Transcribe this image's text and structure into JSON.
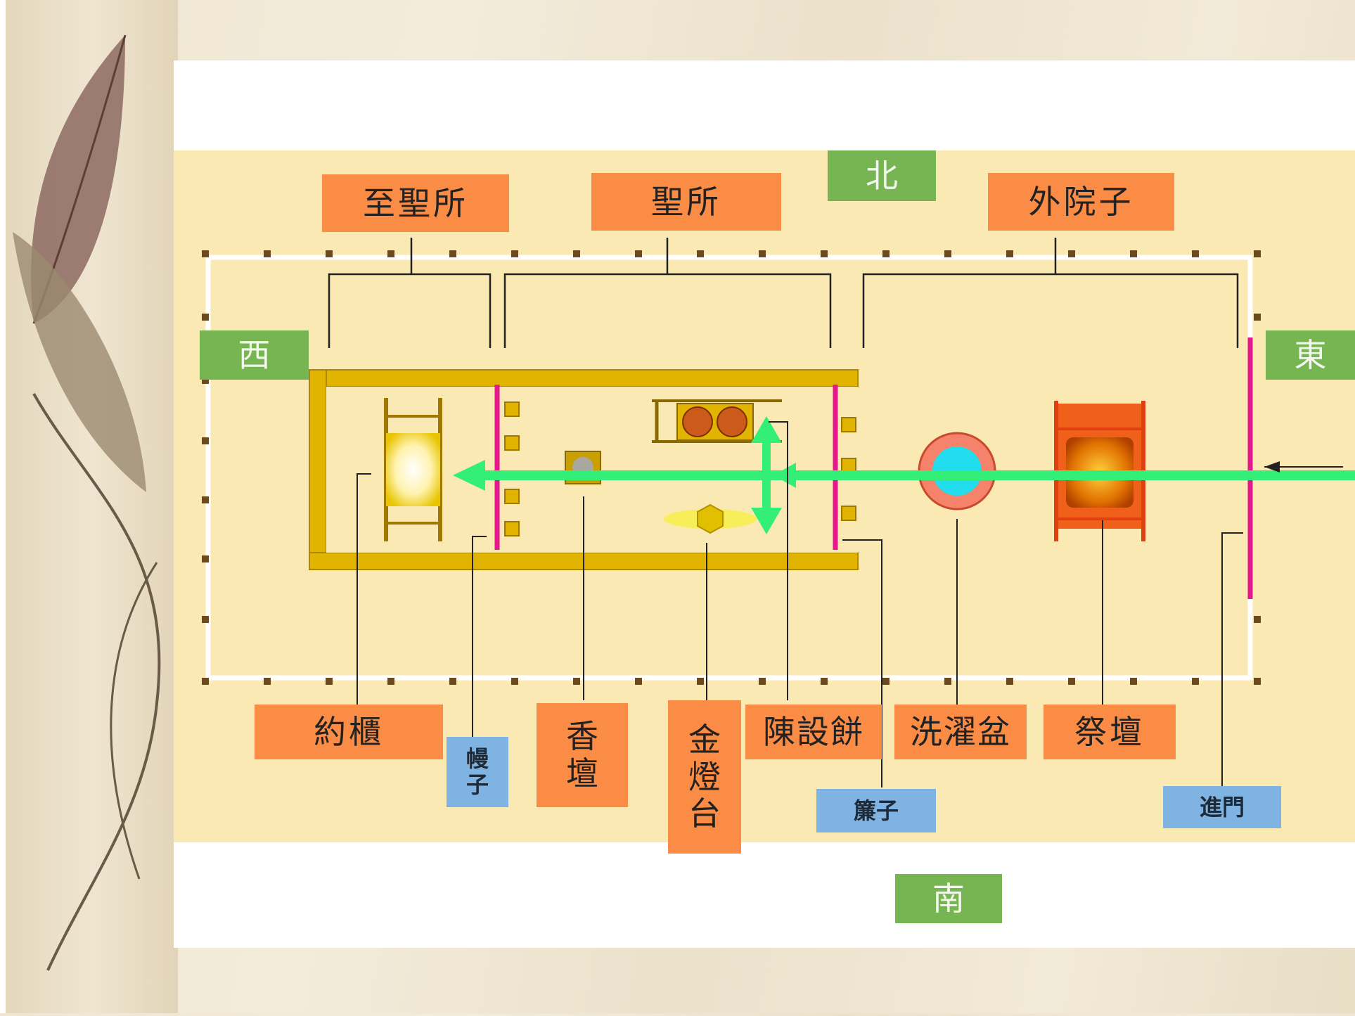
{
  "directions": {
    "north": "北",
    "south": "南",
    "west": "西",
    "east": "東"
  },
  "sections": {
    "most_holy_place": "至聖所",
    "holy_place": "聖所",
    "outer_court": "外院子"
  },
  "items": {
    "ark": "約櫃",
    "veil": "幔子",
    "incense_altar": "香壇",
    "lampstand": "金燈台",
    "showbread_table": "陳設餅",
    "laver": "洗濯盆",
    "altar": "祭壇",
    "screen": "簾子",
    "entrance": "進門"
  },
  "colors": {
    "label_orange": "#fb8c46",
    "direction_green": "#77b552",
    "small_label_blue": "#7fb4e2",
    "tabernacle_gold": "#e0b400",
    "veil_magenta": "#e6168c",
    "path_green": "#33ee77",
    "laver_blue": "#22ddee"
  }
}
